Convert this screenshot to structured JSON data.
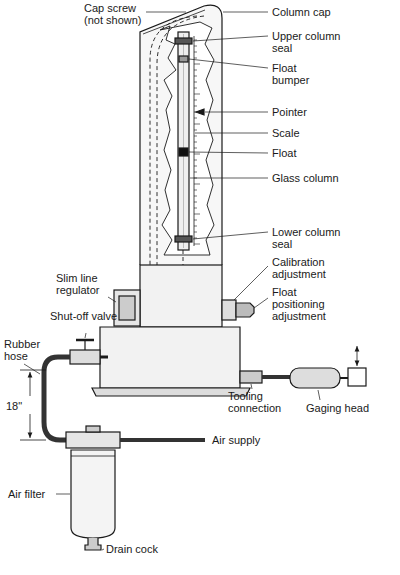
{
  "diagram": {
    "labels": [
      "Cap screw (not shown)",
      "Column cap",
      "Upper column seal",
      "Float bumper",
      "Pointer",
      "Scale",
      "Float",
      "Glass column",
      "Lower column seal",
      "Calibration adjustment",
      "Float positioning adjustment",
      "Slim line regulator",
      "Shut-off valve",
      "Rubber hose",
      "18\"",
      "Tooling connection",
      "Gaging head",
      "Air supply",
      "Air filter",
      "Drain cock"
    ]
  }
}
